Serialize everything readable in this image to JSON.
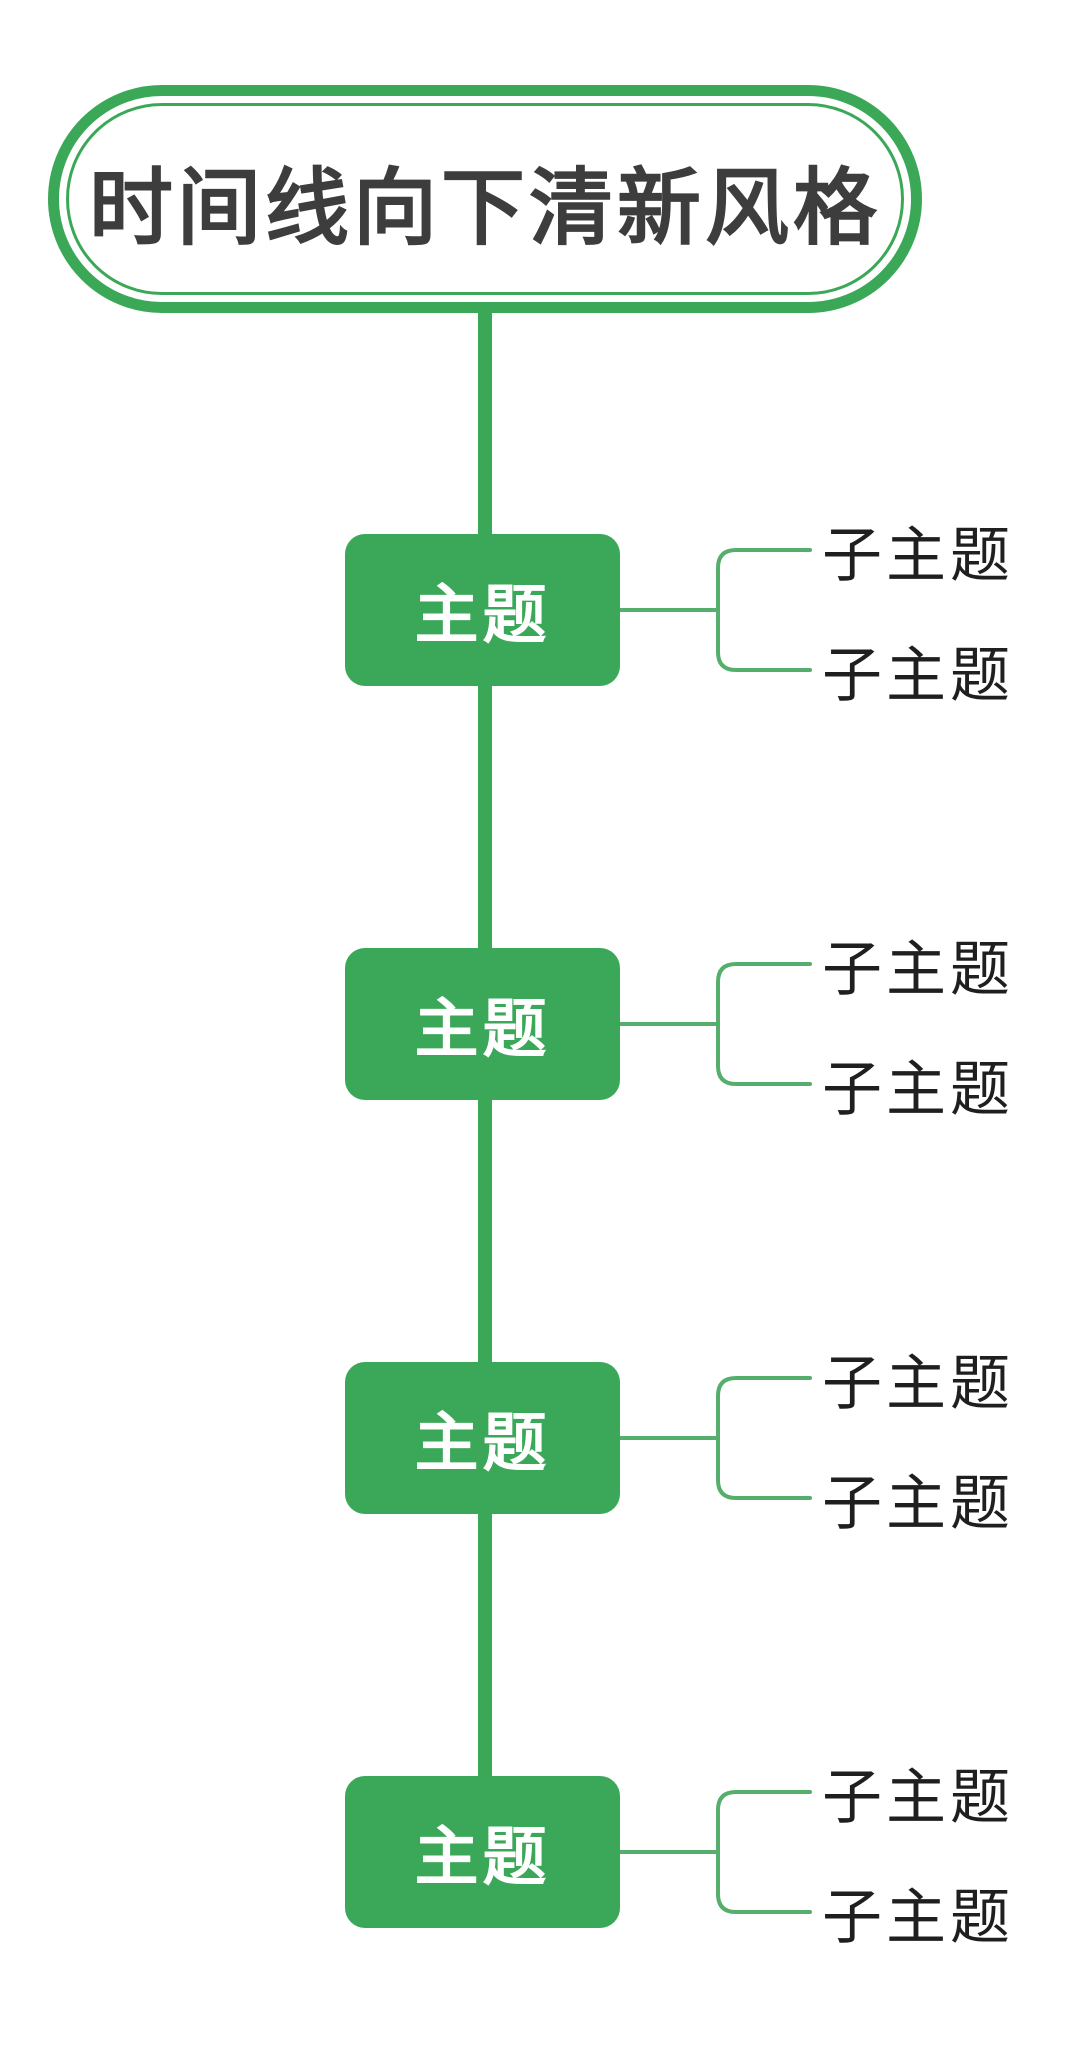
{
  "title": "时间线向下清新风格",
  "colors": {
    "primary_green": "#3ba858",
    "connector_green": "#55ae6c",
    "title_text": "#3d3d3d",
    "subtopic_text": "#1f1f1f",
    "topic_text": "#ffffff",
    "background": "#ffffff"
  },
  "nodes": [
    {
      "label": "主题",
      "subtopics": [
        "子主题",
        "子主题"
      ]
    },
    {
      "label": "主题",
      "subtopics": [
        "子主题",
        "子主题"
      ]
    },
    {
      "label": "主题",
      "subtopics": [
        "子主题",
        "子主题"
      ]
    },
    {
      "label": "主题",
      "subtopics": [
        "子主题",
        "子主题"
      ]
    }
  ]
}
